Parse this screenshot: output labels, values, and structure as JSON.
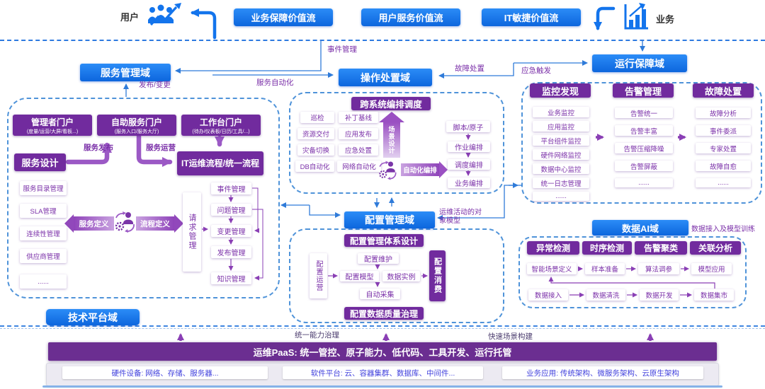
{
  "colors": {
    "accent_blue": "#1374ec",
    "accent_purple": "#712b9e",
    "paas_purple": "#6b2e91",
    "line_blue": "#2f7bd9",
    "arrow_purple": "#8a3fb5",
    "infra_text_blue": "#4040dd"
  },
  "top": {
    "user_label": "用户",
    "business_label": "业务",
    "value_streams": [
      "业务保障价值流",
      "用户服务价值流",
      "IT敏捷价值流"
    ]
  },
  "domains": {
    "service_mgmt": "服务管理域",
    "operation": "操作处置域",
    "assurance": "运行保障域",
    "config": "配置管理域",
    "data_ai": "数据AI域",
    "tech_platform": "技术平台域"
  },
  "labels": {
    "event_mgmt": "事件管理",
    "release_change": "发布/变更",
    "service_automation": "服务自动化",
    "fault_handling": "故障处置",
    "emergency_trigger": "应急触发",
    "om_object_model": "运维活动的对象模型",
    "data_access_training": "数据接入及模型训练",
    "unified_capability": "统一能力治理",
    "fast_scene_build": "快速场景构建",
    "service_publish": "服务发布",
    "service_operation": "服务运营"
  },
  "left_panel": {
    "portals": [
      {
        "title": "管理者门户",
        "subtitle": "(度量/运营/大屏/看板...)"
      },
      {
        "title": "自助服务门户",
        "subtitle": "(服务入口/服务大厅)"
      },
      {
        "title": "工作台门户",
        "subtitle": "(待办/仪表板/日历/工具/...)"
      }
    ],
    "service_design": "服务设计",
    "it_process": "IT运维流程/统一流程",
    "design_items": [
      "服务目录管理",
      "SLA管理",
      "连续性管理",
      "供应商管理",
      "......"
    ],
    "service_definition": "服务定义",
    "process_definition": "流程定义",
    "request_mgmt": "请求管理",
    "process_items": [
      "事件管理",
      "问题管理",
      "变更管理",
      "发布管理",
      "知识管理"
    ]
  },
  "orch_panel": {
    "title": "跨系统编排调度",
    "items": [
      "巡检",
      "补丁基线",
      "资源交付",
      "应用发布",
      "灾备切换",
      "应急处置",
      "DB自动化",
      "网络自动化"
    ],
    "scene_design": "场景设计",
    "auto_orchestration": "自动化编排",
    "levels": [
      "脚本/原子",
      "作业编排",
      "调度编排",
      "业务编排"
    ]
  },
  "assurance_panel": {
    "columns": [
      {
        "header": "监控发现",
        "items": [
          "业务监控",
          "应用监控",
          "平台组件监控",
          "硬件网络监控",
          "数据中心监控",
          "统一日志管理",
          "......"
        ]
      },
      {
        "header": "告警管理",
        "items": [
          "告警统一",
          "告警丰富",
          "告警压缩降噪",
          "告警屏蔽",
          "......"
        ]
      },
      {
        "header": "故障处置",
        "items": [
          "故障分析",
          "事件委派",
          "专家处置",
          "故障自愈",
          "......"
        ]
      }
    ]
  },
  "config_panel": {
    "system_design": "配置管理体系设计",
    "quality_governance": "配置数据质量治理",
    "operation": "配置运营",
    "consumption": "配置消费",
    "maintain": "配置维护",
    "model": "配置模型",
    "instance": "数据实例",
    "collect": "自动采集"
  },
  "data_ai_panel": {
    "headers": [
      "异常检测",
      "时序检测",
      "告警聚类",
      "关联分析"
    ],
    "flow1": [
      "智能场景定义",
      "样本准备",
      "算法调参",
      "模型应用"
    ],
    "flow2": [
      "数据接入",
      "数据清洗",
      "数据开发",
      "数据集市"
    ]
  },
  "bottom": {
    "paas": "运维PaaS: 统一管控、原子能力、低代码、工具开发、运行托管",
    "infra": [
      "硬件设备: 网络、存储、服务器...",
      "软件平台: 云、容器集群、数据库、中间件...",
      "业务应用: 传统架构、微服务架构、云原生架构"
    ]
  }
}
